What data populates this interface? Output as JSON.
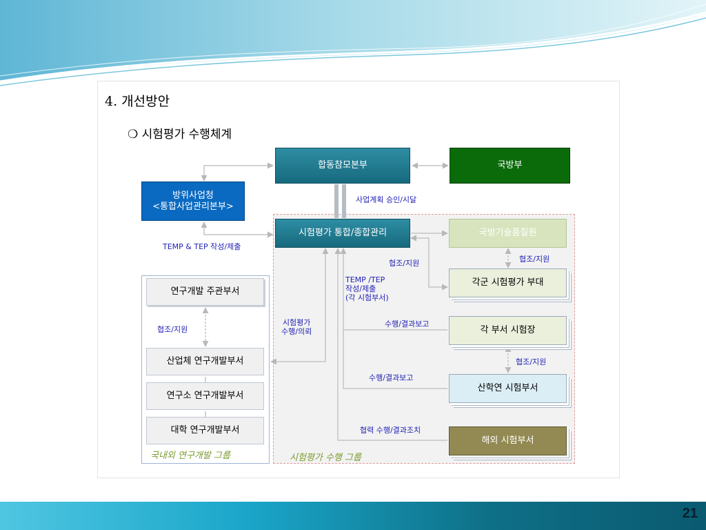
{
  "slide": {
    "section_title": "4.  개선방안",
    "subtitle_bullet": "❍",
    "subtitle": "시험평가 수행체계",
    "page_number": "21"
  },
  "nodes": {
    "jcs": "합동참모본부",
    "mnd": "국방부",
    "dapa_line1": "방위사업청",
    "dapa_line2": "<통합사업관리본부>",
    "test_integration": "시험평가 통합/종합관리",
    "dtaq": "국방기술품질원",
    "service_test_units": "각군 시험평가 부대",
    "dept_test_sites": "각 부서 시험장",
    "academia_test": "산학연 시험부서",
    "overseas_test": "해외 시험부서",
    "rd_lead": "연구개발  주관부서",
    "industry_rd": "산업체 연구개발부서",
    "institute_rd": "연구소 연구개발부서",
    "university_rd": "대학 연구개발부서"
  },
  "labels": {
    "plan_approval": "사업계획 승인/시달",
    "temp_tep": "TEMP & TEP 작성/제출",
    "coop1": "협조/지원",
    "coop2": "협조/지원",
    "coop3": "협조/지원",
    "coop4": "협조/지원",
    "temp_tep_line1": "TEMP /TEP",
    "temp_tep_line2": "작성/제출",
    "temp_tep_line3": "(각 시험부서)",
    "exec_report1": "수행/결과보고",
    "exec_report2": "수행/결과보고",
    "coop_exec": "협력 수행/결과조치",
    "test_exec_line1": "시험평가",
    "test_exec_line2": "수행/의뢰"
  },
  "groups": {
    "domestic_rd": "국내외 연구개발 그룹",
    "test_group": "시험평가 수행 그룹"
  },
  "colors": {
    "teal": "#176a7e",
    "dark_green": "#0b6b0b",
    "blue": "#0a6ac1",
    "olive": "#938953",
    "label_blue": "#1f1fb5",
    "group_label_green": "#7a9b2e"
  }
}
